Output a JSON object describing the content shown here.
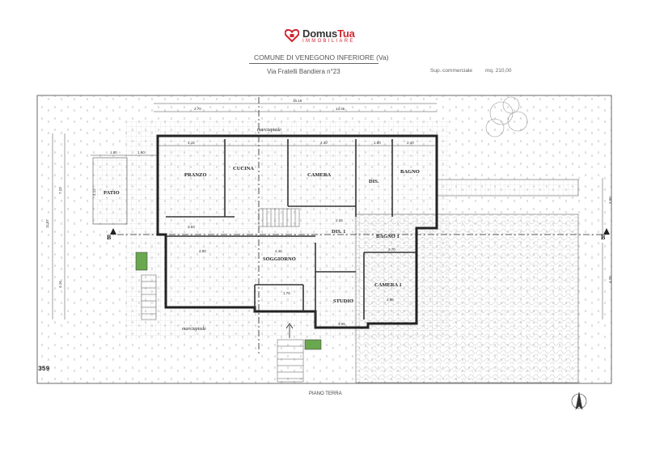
{
  "brand": {
    "name_part1": "Domus",
    "name_part2": "Tua",
    "subtitle": "IMMOBILIARE",
    "accent_color": "#d0252f"
  },
  "header": {
    "comune": "COMUNE DI VENEGONO INFERIORE (Va)",
    "address": "Via Fratelli Bandiera n°23",
    "sup_label": "Sup. commerciale",
    "sup_value": "mq. 210,00"
  },
  "plan": {
    "floor_label": "PIANO TERRA",
    "sheet_number": "359",
    "section_marker": "B",
    "rooms": {
      "pranzo": "PRANZO",
      "cucina": "CUCINA",
      "camera": "CAMERA",
      "dis": "DIS.",
      "bagno": "BAGNO",
      "patio": "PATIO",
      "dis1": "DIS. 1",
      "bagno1": "BAGNO 1",
      "soggiorno": "SOGGIORNO",
      "studio": "STUDIO",
      "camera1": "CAMERA 1",
      "marciapiede_top": "marciapiede",
      "marciapiede_bottom": "marciapiede"
    },
    "dimensions": {
      "overall_width": "16.16",
      "top_left": "2.70",
      "top_right": "13.45",
      "pranzo_w": "4.15",
      "camera_w": "4.30",
      "dis_w": "1.80",
      "bagno_w": "2.40",
      "patio_w1": "1.80",
      "patio_w2": "1.90",
      "left_total": "11.07",
      "left_upper": "7.73",
      "left_lower": "4.16",
      "patio_h": "4.12",
      "mid_h": "3.93",
      "soggiorno_w": "4.90",
      "soggiorno_w2": "4.45",
      "studio_top": "2.15",
      "right_w": "2.70",
      "camera1_w": "2.95",
      "studio_w": "3.05",
      "bottom_w": "1.75",
      "right_h1": "3.60",
      "right_h2": "4.20"
    }
  }
}
